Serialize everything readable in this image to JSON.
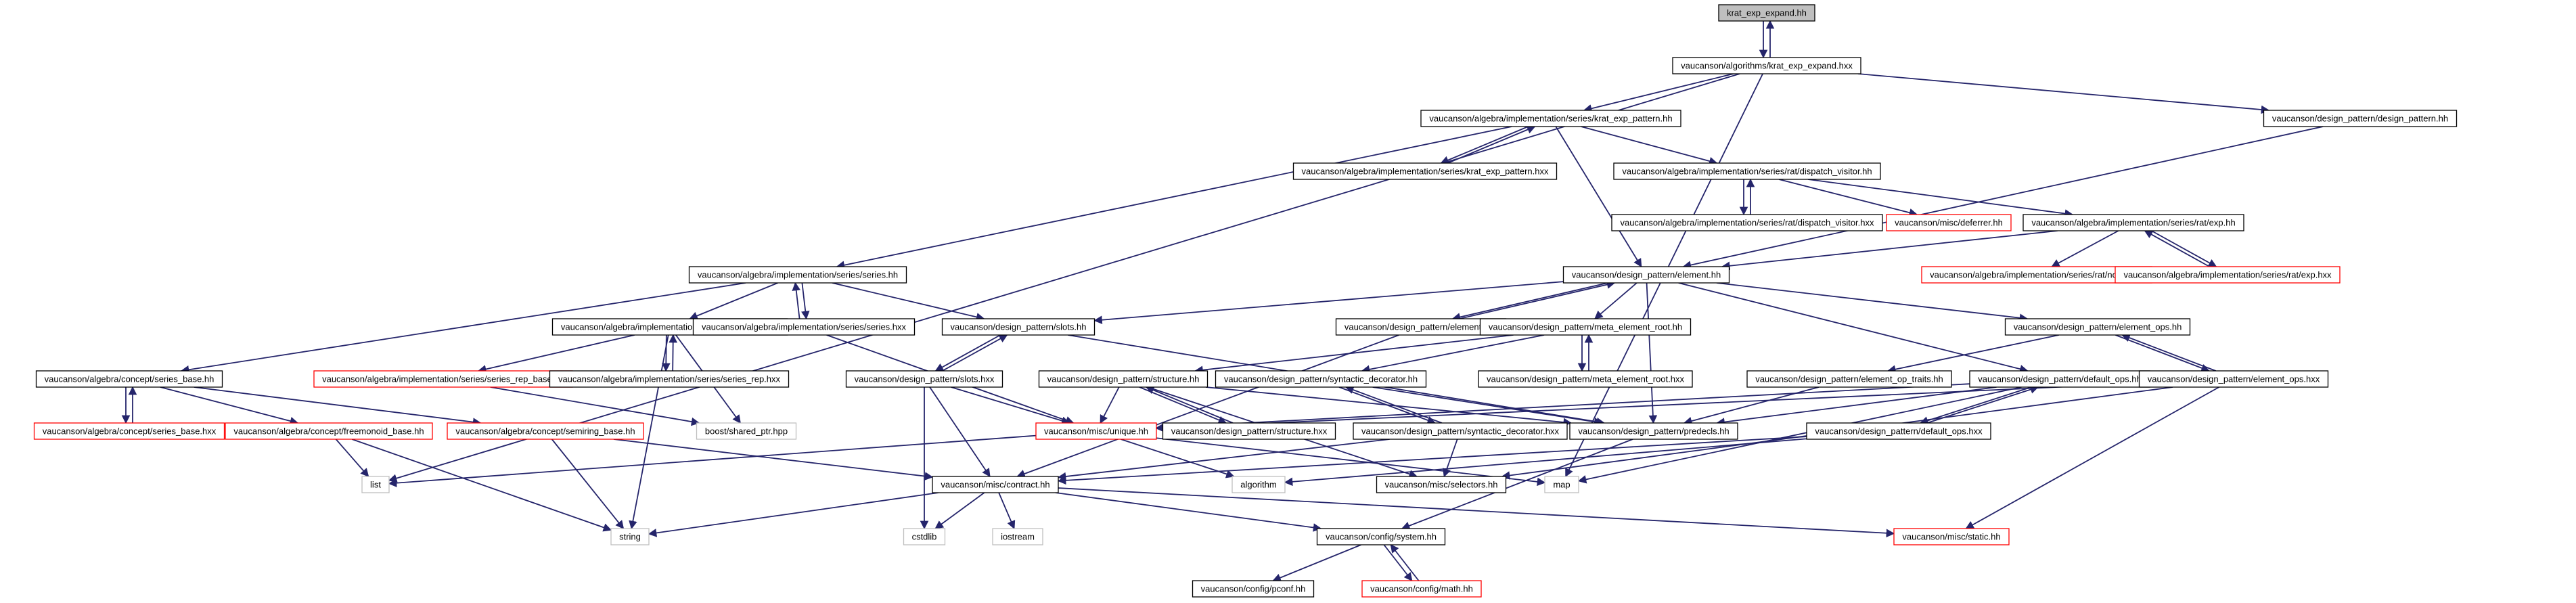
{
  "colors": {
    "edge": "#25256b",
    "edge_back": "#25256b",
    "node_border": "#000000",
    "node_border_missing": "#ff0000",
    "node_border_external": "#bfbfbf",
    "root_fill": "#bfbfbf",
    "text": "#000000"
  },
  "nodes": [
    {
      "id": "n0",
      "label": "krat_exp_expand.hh",
      "kind": "root"
    },
    {
      "id": "n1",
      "label": "vaucanson/algorithms/krat_exp_expand.hxx",
      "kind": "normal"
    },
    {
      "id": "n2",
      "label": "vaucanson/algebra/implementation/series/krat_exp_pattern.hh",
      "kind": "normal"
    },
    {
      "id": "n3",
      "label": "vaucanson/design_pattern/design_pattern.hh",
      "kind": "normal"
    },
    {
      "id": "n4",
      "label": "vaucanson/algebra/implementation/series/krat_exp_pattern.hxx",
      "kind": "normal"
    },
    {
      "id": "n5",
      "label": "vaucanson/algebra/implementation/series/rat/dispatch_visitor.hh",
      "kind": "normal"
    },
    {
      "id": "n6",
      "label": "vaucanson/algebra/implementation/series/rat/dispatch_visitor.hxx",
      "kind": "normal"
    },
    {
      "id": "n7",
      "label": "vaucanson/misc/deferrer.hh",
      "kind": "missing"
    },
    {
      "id": "n8",
      "label": "vaucanson/algebra/implementation/series/rat/exp.hh",
      "kind": "normal"
    },
    {
      "id": "n9",
      "label": "vaucanson/algebra/implementation/series/series.hh",
      "kind": "normal"
    },
    {
      "id": "n10",
      "label": "vaucanson/design_pattern/element.hh",
      "kind": "normal"
    },
    {
      "id": "n11",
      "label": "vaucanson/algebra/implementation/series/rat/nodes.hh",
      "kind": "missing"
    },
    {
      "id": "n12",
      "label": "vaucanson/algebra/implementation/series/rat/exp.hxx",
      "kind": "missing"
    },
    {
      "id": "n13",
      "label": "vaucanson/algebra/implementation/series/series_rep.hh",
      "kind": "normal"
    },
    {
      "id": "n14",
      "label": "vaucanson/algebra/implementation/series/series.hxx",
      "kind": "normal"
    },
    {
      "id": "n15",
      "label": "vaucanson/design_pattern/slots.hh",
      "kind": "normal"
    },
    {
      "id": "n16",
      "label": "vaucanson/design_pattern/element.hxx",
      "kind": "normal"
    },
    {
      "id": "n17",
      "label": "vaucanson/design_pattern/meta_element_root.hh",
      "kind": "normal"
    },
    {
      "id": "n18",
      "label": "vaucanson/design_pattern/element_ops.hh",
      "kind": "normal"
    },
    {
      "id": "n19",
      "label": "vaucanson/algebra/concept/series_base.hh",
      "kind": "normal"
    },
    {
      "id": "n20",
      "label": "vaucanson/algebra/implementation/series/series_rep_base.hh",
      "kind": "missing"
    },
    {
      "id": "n21",
      "label": "vaucanson/algebra/implementation/series/series_rep.hxx",
      "kind": "normal"
    },
    {
      "id": "n22",
      "label": "vaucanson/design_pattern/slots.hxx",
      "kind": "normal"
    },
    {
      "id": "n23",
      "label": "vaucanson/design_pattern/structure.hh",
      "kind": "normal"
    },
    {
      "id": "n24",
      "label": "vaucanson/design_pattern/syntactic_decorator.hh",
      "kind": "normal"
    },
    {
      "id": "n25",
      "label": "vaucanson/design_pattern/meta_element_root.hxx",
      "kind": "normal"
    },
    {
      "id": "n26",
      "label": "vaucanson/design_pattern/element_op_traits.hh",
      "kind": "normal"
    },
    {
      "id": "n27",
      "label": "vaucanson/design_pattern/default_ops.hh",
      "kind": "normal"
    },
    {
      "id": "n28",
      "label": "vaucanson/design_pattern/element_ops.hxx",
      "kind": "normal"
    },
    {
      "id": "n29",
      "label": "vaucanson/algebra/concept/series_base.hxx",
      "kind": "missing"
    },
    {
      "id": "n30",
      "label": "vaucanson/algebra/concept/freemonoid_base.hh",
      "kind": "missing"
    },
    {
      "id": "n31",
      "label": "vaucanson/algebra/concept/semiring_base.hh",
      "kind": "missing"
    },
    {
      "id": "n32",
      "label": "boost/shared_ptr.hpp",
      "kind": "external"
    },
    {
      "id": "n33",
      "label": "vaucanson/misc/unique.hh",
      "kind": "missing"
    },
    {
      "id": "n34",
      "label": "vaucanson/design_pattern/structure.hxx",
      "kind": "normal"
    },
    {
      "id": "n35",
      "label": "vaucanson/design_pattern/syntactic_decorator.hxx",
      "kind": "normal"
    },
    {
      "id": "n36",
      "label": "vaucanson/design_pattern/predecls.hh",
      "kind": "normal"
    },
    {
      "id": "n37",
      "label": "vaucanson/design_pattern/default_ops.hxx",
      "kind": "normal"
    },
    {
      "id": "n38",
      "label": "list",
      "kind": "external"
    },
    {
      "id": "n39",
      "label": "algorithm",
      "kind": "external"
    },
    {
      "id": "n40",
      "label": "vaucanson/misc/selectors.hh",
      "kind": "normal"
    },
    {
      "id": "n41",
      "label": "map",
      "kind": "external"
    },
    {
      "id": "n42",
      "label": "vaucanson/misc/contract.hh",
      "kind": "normal"
    },
    {
      "id": "n43",
      "label": "string",
      "kind": "external"
    },
    {
      "id": "n44",
      "label": "cstdlib",
      "kind": "external"
    },
    {
      "id": "n45",
      "label": "iostream",
      "kind": "external"
    },
    {
      "id": "n46",
      "label": "vaucanson/config/system.hh",
      "kind": "normal"
    },
    {
      "id": "n47",
      "label": "vaucanson/misc/static.hh",
      "kind": "missing"
    },
    {
      "id": "n48",
      "label": "vaucanson/config/pconf.hh",
      "kind": "normal"
    },
    {
      "id": "n49",
      "label": "vaucanson/config/math.hh",
      "kind": "missing"
    }
  ],
  "edges": [
    [
      "n0",
      "n1"
    ],
    [
      "n1",
      "n0"
    ],
    [
      "n1",
      "n2"
    ],
    [
      "n1",
      "n3"
    ],
    [
      "n1",
      "n38"
    ],
    [
      "n1",
      "n41"
    ],
    [
      "n2",
      "n4"
    ],
    [
      "n4",
      "n2"
    ],
    [
      "n2",
      "n5"
    ],
    [
      "n2",
      "n9"
    ],
    [
      "n2",
      "n10"
    ],
    [
      "n5",
      "n6"
    ],
    [
      "n6",
      "n5"
    ],
    [
      "n5",
      "n7"
    ],
    [
      "n5",
      "n8"
    ],
    [
      "n8",
      "n10"
    ],
    [
      "n8",
      "n11"
    ],
    [
      "n8",
      "n12"
    ],
    [
      "n12",
      "n8"
    ],
    [
      "n3",
      "n10"
    ],
    [
      "n9",
      "n19"
    ],
    [
      "n9",
      "n13"
    ],
    [
      "n9",
      "n14"
    ],
    [
      "n14",
      "n9"
    ],
    [
      "n9",
      "n15"
    ],
    [
      "n10",
      "n15"
    ],
    [
      "n10",
      "n16"
    ],
    [
      "n16",
      "n10"
    ],
    [
      "n10",
      "n17"
    ],
    [
      "n10",
      "n18"
    ],
    [
      "n10",
      "n27"
    ],
    [
      "n10",
      "n36"
    ],
    [
      "n13",
      "n20"
    ],
    [
      "n13",
      "n21"
    ],
    [
      "n21",
      "n13"
    ],
    [
      "n13",
      "n32"
    ],
    [
      "n13",
      "n43"
    ],
    [
      "n14",
      "n33"
    ],
    [
      "n15",
      "n22"
    ],
    [
      "n22",
      "n15"
    ],
    [
      "n15",
      "n36"
    ],
    [
      "n16",
      "n42"
    ],
    [
      "n17",
      "n23"
    ],
    [
      "n17",
      "n24"
    ],
    [
      "n17",
      "n25"
    ],
    [
      "n25",
      "n17"
    ],
    [
      "n18",
      "n26"
    ],
    [
      "n18",
      "n28"
    ],
    [
      "n28",
      "n18"
    ],
    [
      "n19",
      "n29"
    ],
    [
      "n29",
      "n19"
    ],
    [
      "n19",
      "n30"
    ],
    [
      "n19",
      "n31"
    ],
    [
      "n20",
      "n32"
    ],
    [
      "n22",
      "n33"
    ],
    [
      "n22",
      "n44"
    ],
    [
      "n22",
      "n42"
    ],
    [
      "n23",
      "n33"
    ],
    [
      "n23",
      "n34"
    ],
    [
      "n34",
      "n23"
    ],
    [
      "n23",
      "n36"
    ],
    [
      "n23",
      "n40"
    ],
    [
      "n24",
      "n35"
    ],
    [
      "n35",
      "n24"
    ],
    [
      "n24",
      "n36"
    ],
    [
      "n26",
      "n36"
    ],
    [
      "n27",
      "n36"
    ],
    [
      "n27",
      "n37"
    ],
    [
      "n37",
      "n27"
    ],
    [
      "n27",
      "n33"
    ],
    [
      "n27",
      "n41"
    ],
    [
      "n28",
      "n40"
    ],
    [
      "n28",
      "n47"
    ],
    [
      "n28",
      "n33"
    ],
    [
      "n30",
      "n38"
    ],
    [
      "n30",
      "n43"
    ],
    [
      "n31",
      "n43"
    ],
    [
      "n31",
      "n42"
    ],
    [
      "n33",
      "n38"
    ],
    [
      "n33",
      "n39"
    ],
    [
      "n33",
      "n41"
    ],
    [
      "n35",
      "n40"
    ],
    [
      "n35",
      "n42"
    ],
    [
      "n36",
      "n46"
    ],
    [
      "n37",
      "n42"
    ],
    [
      "n37",
      "n39"
    ],
    [
      "n42",
      "n43"
    ],
    [
      "n42",
      "n44"
    ],
    [
      "n42",
      "n45"
    ],
    [
      "n42",
      "n46"
    ],
    [
      "n42",
      "n47"
    ],
    [
      "n46",
      "n48"
    ],
    [
      "n46",
      "n49"
    ],
    [
      "n49",
      "n46"
    ]
  ]
}
